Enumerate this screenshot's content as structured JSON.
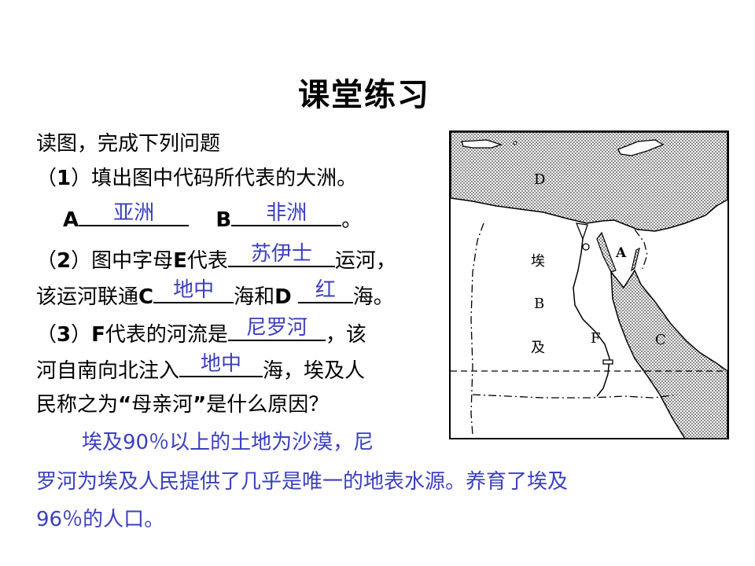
{
  "title": "课堂练习",
  "q0": "读图，完成下列问题",
  "q1": {
    "num": "1",
    "text": "填出图中代码所代表的大洲。",
    "labelA": "A",
    "ansA": "亚洲",
    "labelB": "B",
    "ansB": "非洲",
    "end": "。"
  },
  "q2": {
    "num": "2",
    "text1": "图中字母",
    "letterE": "E",
    "text2": "代表",
    "ansE": "苏伊士",
    "text3": "运河，",
    "text4": "该运河联通",
    "letterC": "C",
    "ansC": "地中",
    "text5": "海和",
    "letterD": "D",
    "ansD": "红",
    "text6": "海。"
  },
  "q3": {
    "num": "3",
    "letterF": "F",
    "text1": "代表的河流是",
    "ansF": "尼罗河",
    "text2": "，该",
    "text3": "河自南向北注入",
    "ansSea": "地中",
    "text4": "海，埃及人",
    "text5": "民称之为",
    "quoteOpen": "“",
    "quoted": "母亲河",
    "quoteClose": "”",
    "text6": "是什么原因？"
  },
  "answer": {
    "line1": "埃及90％以上的土地为沙漠，尼",
    "line2": "罗河为埃及人民提供了几乎是唯一的地表水源。养育了埃及",
    "line3": "96％的人口。"
  },
  "map": {
    "labelD": "D",
    "labelA": "A",
    "labelB": "B",
    "labelC": "C",
    "labelF": "F",
    "egypt1": "埃",
    "egypt2": "及"
  },
  "colors": {
    "answer": "#3a3fbf",
    "text": "#000000"
  }
}
